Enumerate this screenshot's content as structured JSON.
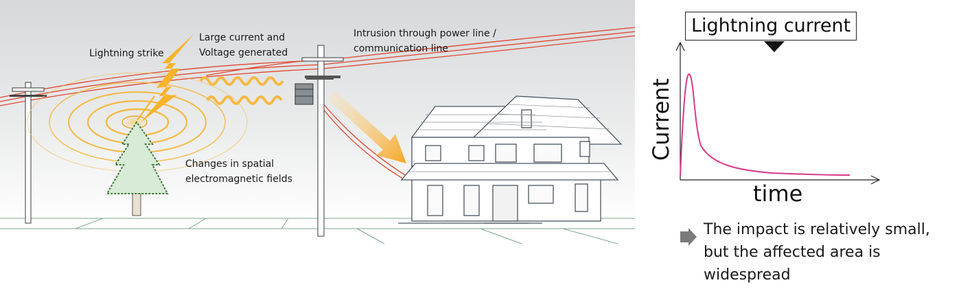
{
  "labels": {
    "lightning_strike": "Lightning strike",
    "large_current_line1": "Large current and",
    "large_current_line2": "Voltage generated",
    "intrusion_line1": "Intrusion through power line /",
    "intrusion_line2": "communication line",
    "changes_line1": "Changes in spatial",
    "changes_line2": "electromagnetic fields"
  },
  "graph": {
    "title": "Lightning current",
    "ylabel": "Current",
    "xlabel": "time"
  },
  "conclusion": {
    "line1": "The impact is relatively small,",
    "line2": "but the affected area is",
    "line3": "widespread"
  },
  "colors": {
    "lightning": "#f7b32b",
    "wave": "#f5b942",
    "power_line": "#e0452e",
    "current_curve": "#d63a8a",
    "house_line": "#4a5560",
    "ground_grid": "#3f7a5a"
  },
  "icons": [
    "lightning-bolt-icon",
    "tree-icon",
    "house-icon",
    "utility-pole-icon",
    "transformer-icon",
    "right-arrow-icon"
  ]
}
